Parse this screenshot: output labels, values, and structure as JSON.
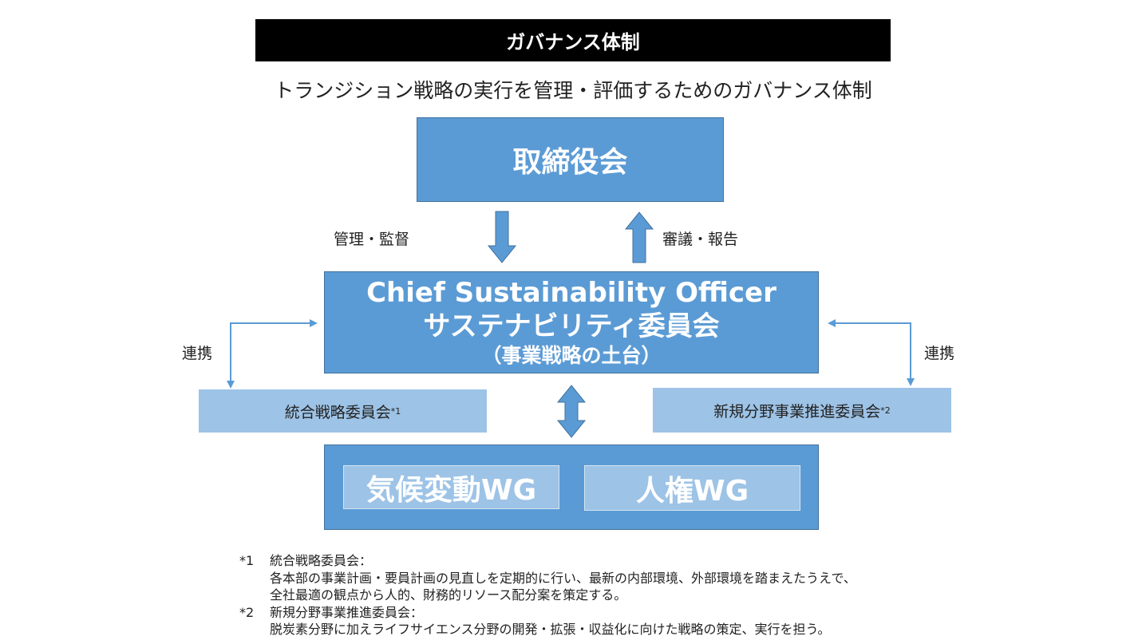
{
  "header": {
    "title": "ガバナンス体制",
    "subtitle": "トランジション戦略の実行を管理・評価するためのガバナンス体制"
  },
  "board": {
    "label": "取締役会"
  },
  "arrows": {
    "down_label": "管理・監督",
    "up_label": "審議・報告",
    "left_link": "連携",
    "right_link": "連携"
  },
  "cso": {
    "line1": "Chief Sustainability Officer",
    "line2": "サステナビリティ委員会",
    "line3": "（事業戦略の土台）"
  },
  "committees": {
    "left": {
      "label": "統合戦略委員会",
      "note": "*1"
    },
    "right": {
      "label": "新規分野事業推進委員会",
      "note": "*2"
    }
  },
  "working_groups": [
    {
      "label": "気候変動WG"
    },
    {
      "label": "人権WG"
    }
  ],
  "footnotes": [
    {
      "mark": "*1",
      "title": "統合戦略委員会：",
      "lines": [
        "各本部の事業計画・要員計画の見直しを定期的に行い、最新の内部環境、外部環境を踏まえたうえで、",
        "全社最適の観点から人的、財務的リソース配分案を策定する。"
      ]
    },
    {
      "mark": "*2",
      "title": "新規分野事業推進委員会：",
      "lines": [
        "脱炭素分野に加えライフサイエンス分野の開発・拡張・収益化に向けた戦略の策定、実行を担う。"
      ]
    }
  ],
  "colors": {
    "dark_box": "#5b9bd5",
    "light_box": "#9dc3e6",
    "title_bg": "#000000",
    "arrow": "#5b9bd5"
  }
}
